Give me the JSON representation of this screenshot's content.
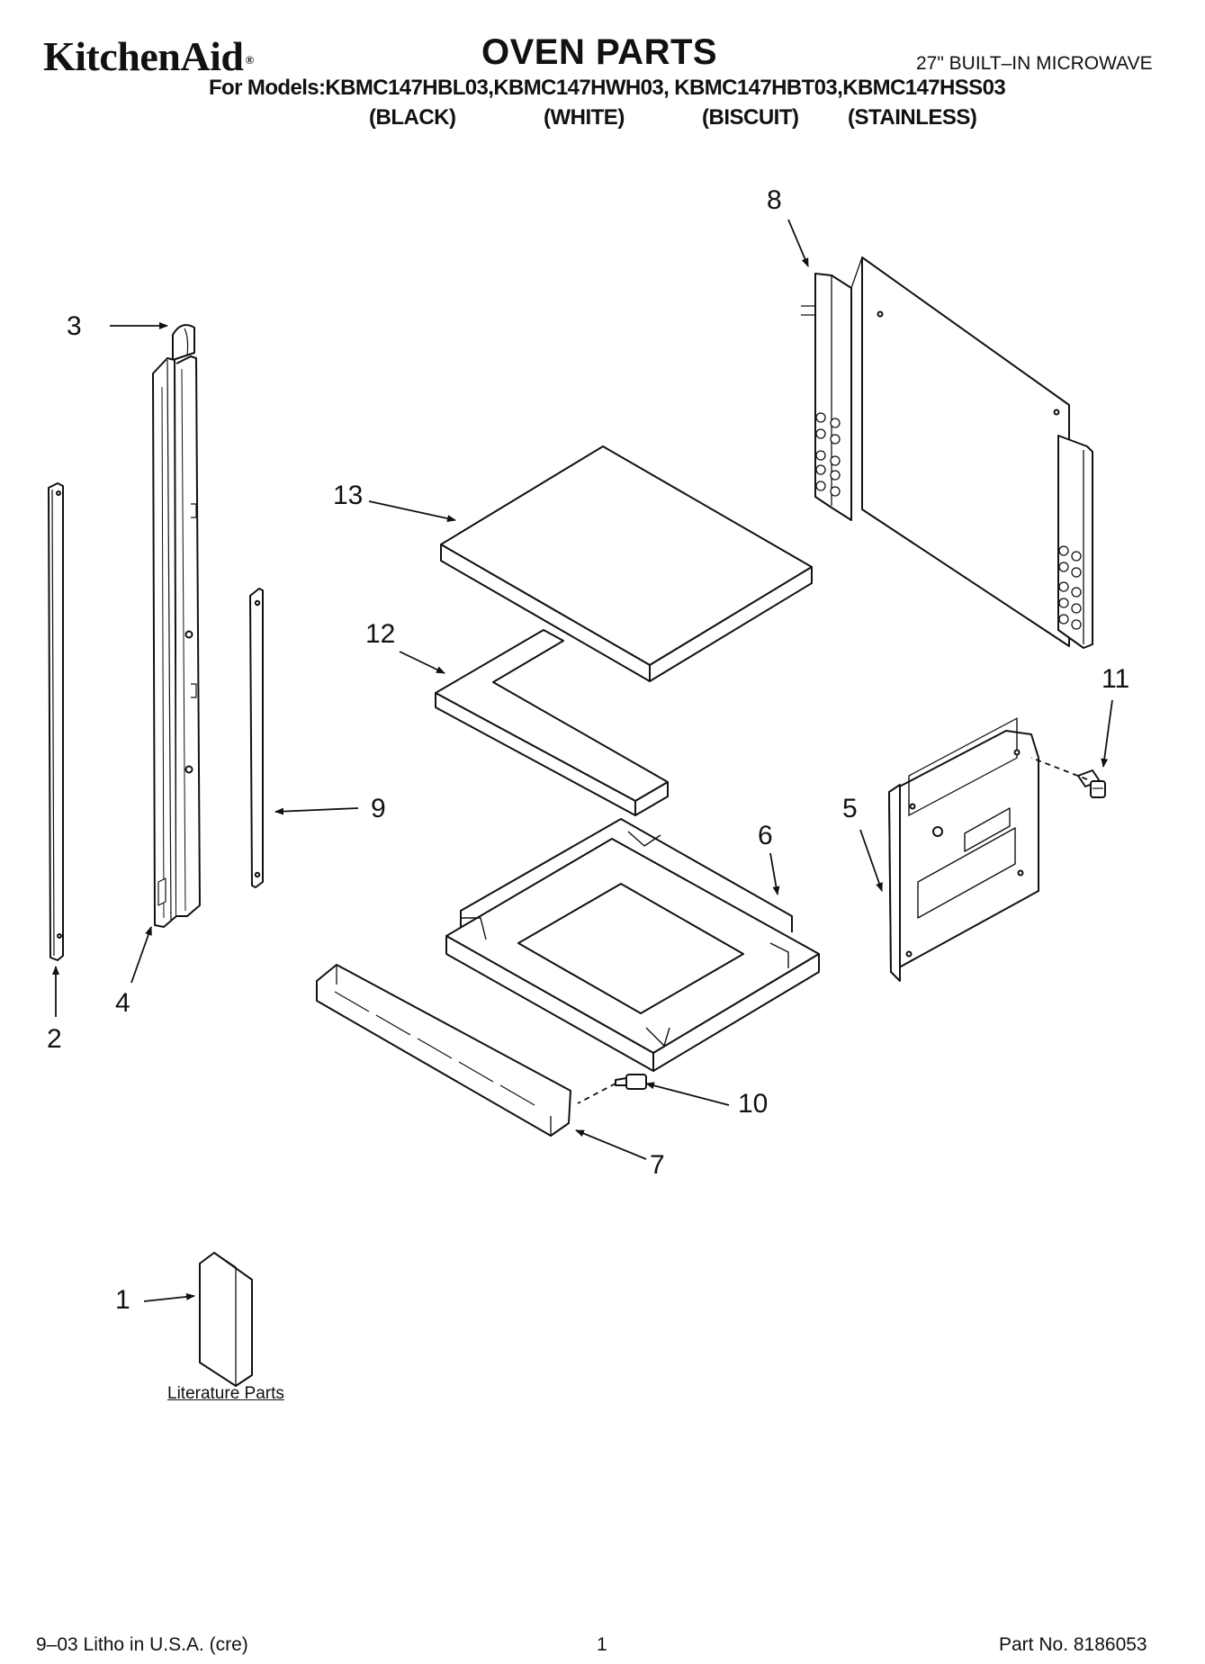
{
  "header": {
    "brand": "KitchenAid",
    "brand_mark": "®",
    "title": "OVEN PARTS",
    "product_type": "27\" BUILT–IN MICROWAVE",
    "models_line": "For Models:KBMC147HBL03,KBMC147HWH03, KBMC147HBT03,KBMC147HSS03",
    "variants": [
      "(BLACK)",
      "(WHITE)",
      "(BISCUIT)",
      "(STAINLESS)"
    ]
  },
  "diagram": {
    "callouts": [
      "1",
      "2",
      "3",
      "4",
      "5",
      "6",
      "7",
      "8",
      "9",
      "10",
      "11",
      "12",
      "13"
    ],
    "literature_label": "Literature Parts"
  },
  "footer": {
    "litho": "9–03 Litho in U.S.A. (cre)",
    "page_number": "1",
    "part_number": "Part No. 8186053"
  }
}
